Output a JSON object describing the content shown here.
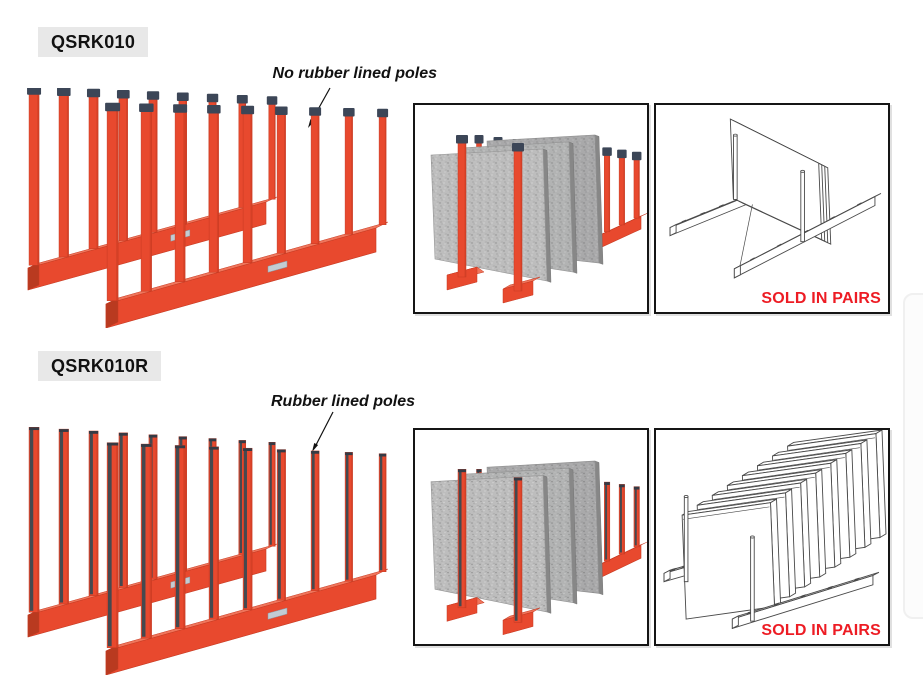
{
  "page": {
    "background": "#ffffff",
    "description": "slab rack product catalog page"
  },
  "colors": {
    "rack_red": "#e8492e",
    "rack_red_light": "#f0755b",
    "rack_red_dark": "#b93a20",
    "rack_red_stroke": "#c63a22",
    "pole_cap_navy": "#3c4657",
    "rubber_black": "#45494f",
    "slab_granite_gray": "#bdbdbd",
    "line_art_gray": "#4a4a4a",
    "sold_red": "#ed1c24",
    "badge_bg": "#e8e8e8",
    "text": "#111111"
  },
  "sections": [
    {
      "code": "QSRK010",
      "annotation": "No rubber lined poles",
      "rubber_lined": false,
      "pair_note": "SOLD IN PAIRS"
    },
    {
      "code": "QSRK010R",
      "annotation": "Rubber lined poles",
      "rubber_lined": true,
      "pair_note": "SOLD IN PAIRS"
    }
  ]
}
